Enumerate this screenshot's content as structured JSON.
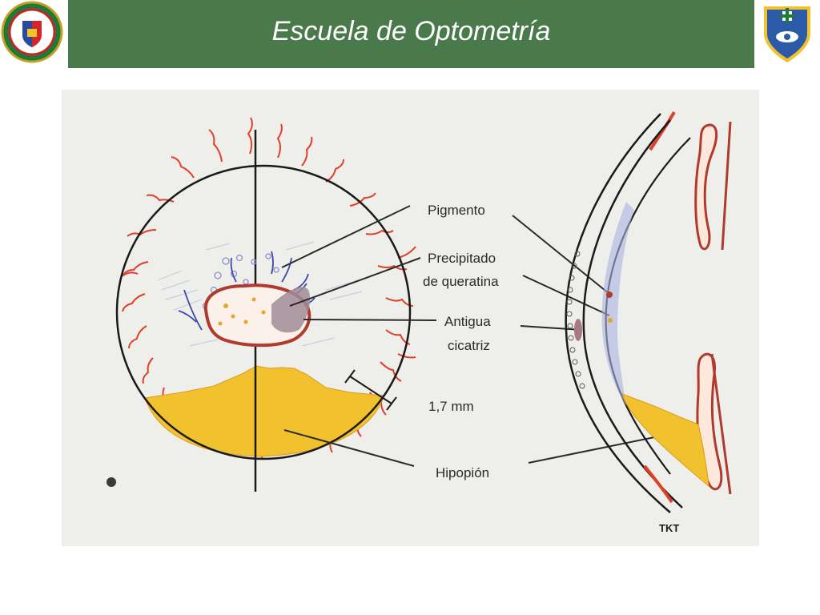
{
  "header": {
    "title": "Escuela de Optometría"
  },
  "logos": {
    "left": "university-seal-icon",
    "right": "optometry-shield-icon"
  },
  "diagram": {
    "labels": {
      "pigmento": "Pigmento",
      "precipitado_line1": "Precipitado",
      "precipitado_line2": "de queratina",
      "antigua_line1": "Antigua",
      "antigua_line2": "cicatriz",
      "measure": "1,7 mm",
      "hipopion": "Hipopión",
      "signature": "TKT"
    },
    "colors": {
      "vessels": "#e0402a",
      "hypopyon": "#f2c12e",
      "pigment": "#b03a2e",
      "nerves": "#3b4aa8"
    }
  }
}
